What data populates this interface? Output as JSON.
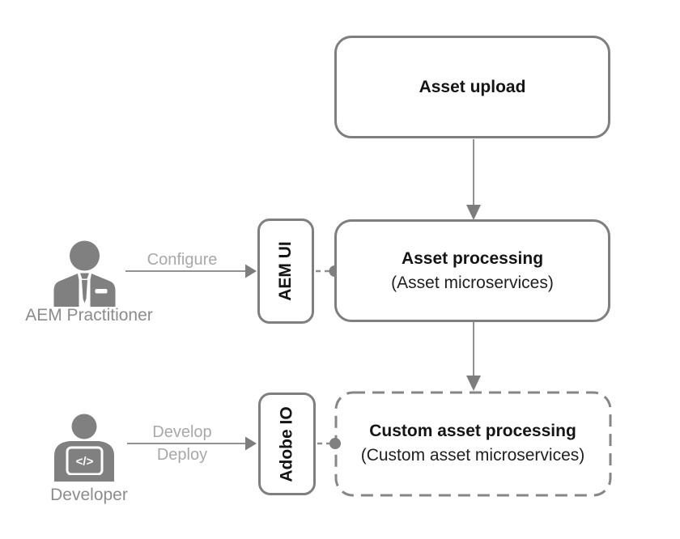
{
  "boxes": {
    "asset_upload": {
      "title": "Asset upload"
    },
    "asset_processing": {
      "title": "Asset processing",
      "subtitle": "(Asset microservices)"
    },
    "custom_asset_processing": {
      "title": "Custom asset processing",
      "subtitle": "(Custom asset microservices)"
    },
    "aem_ui": {
      "label": "AEM UI"
    },
    "adobe_io": {
      "label": "Adobe IO"
    }
  },
  "actors": {
    "aem_practitioner": {
      "label": "AEM Practitioner",
      "action": "Configure"
    },
    "developer": {
      "label": "Developer",
      "actions": [
        "Develop",
        "Deploy"
      ],
      "laptop_glyph": "</>"
    }
  },
  "colors": {
    "box_border": "#7f7f7f",
    "dashed_border": "#868686",
    "connector_line": "#929292",
    "arrowhead": "#7d7d7d",
    "connector_dot": "#808080",
    "icon_gray": "#808080",
    "actor_label": "#8c8c8c",
    "action_label": "#a8a8a8",
    "title_text": "#141414"
  }
}
